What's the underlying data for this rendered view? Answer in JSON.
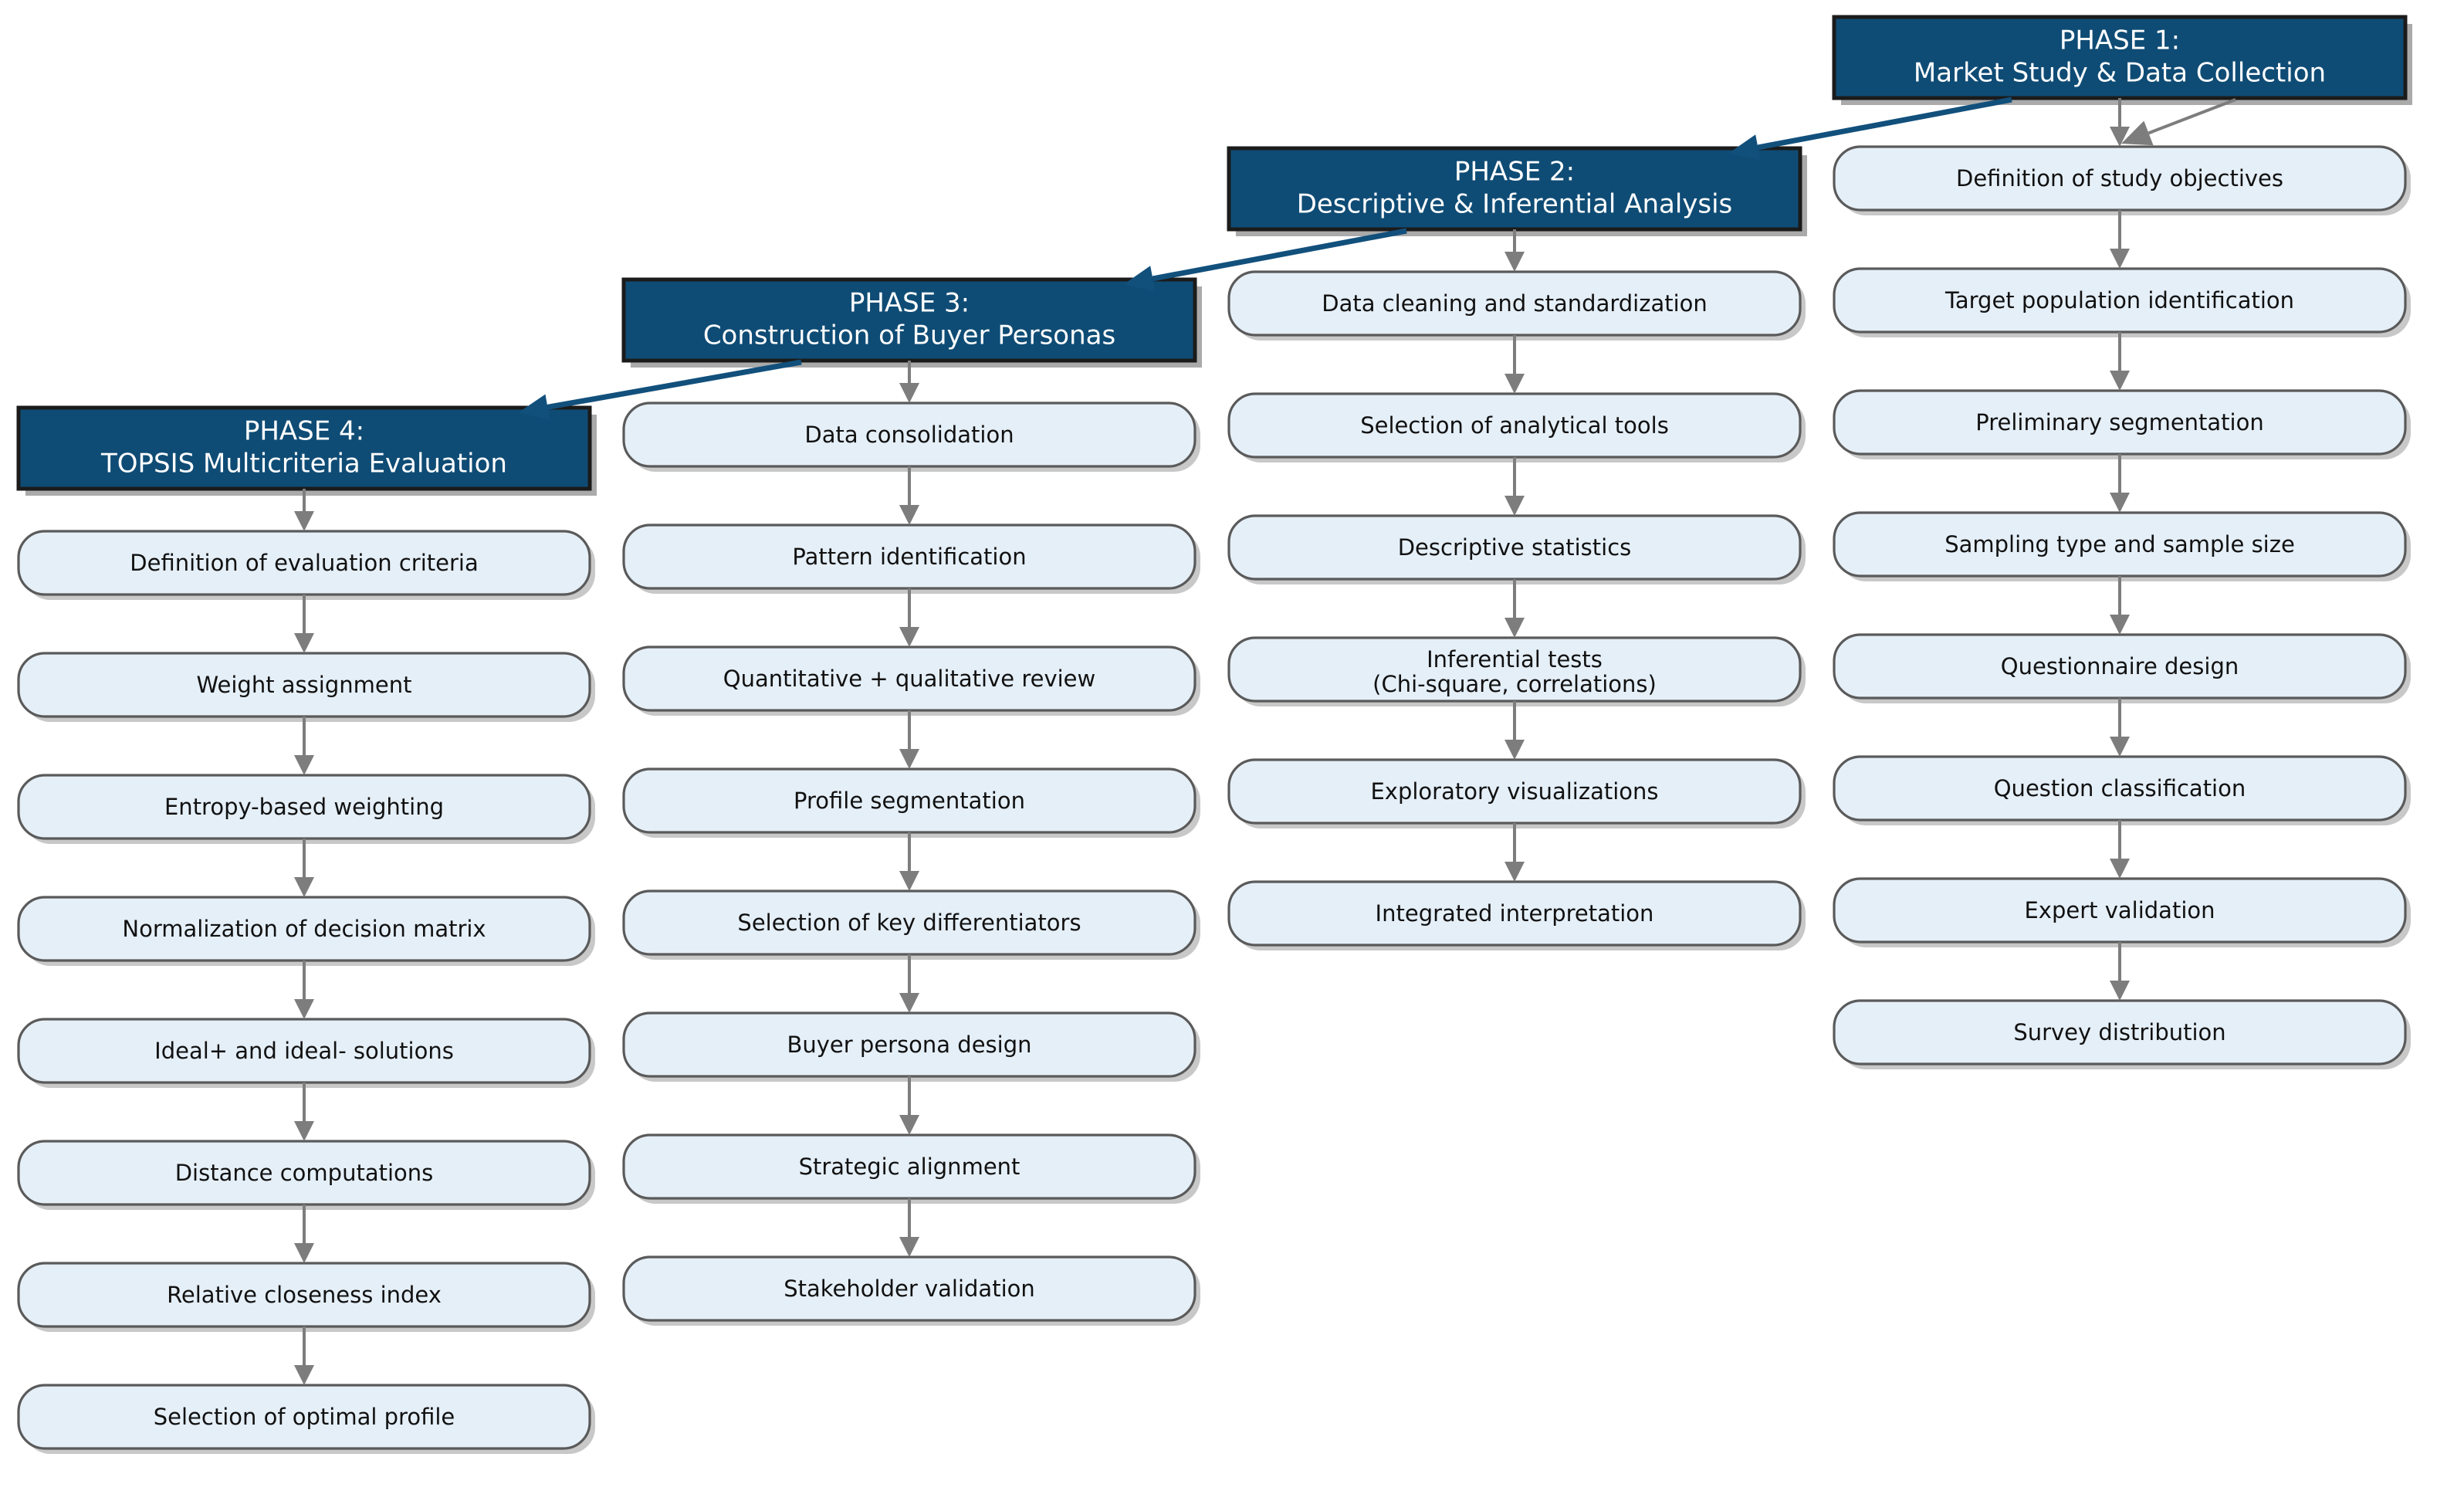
{
  "diagram": {
    "title": "Four-phase research methodology flowchart",
    "colors": {
      "phase_fill": "#0f4c75",
      "phase_border": "#1b1b1b",
      "phase_text": "#ffffff",
      "node_fill": "#e5eff8",
      "node_border": "#5a5a5a",
      "node_text": "#111111",
      "flow_arrow": "#7d7d7d",
      "phase_arrow": "#12507c",
      "background": "#ffffff"
    },
    "columns": [
      {
        "id": "phase-4",
        "phase_line1": "PHASE 4:",
        "phase_line2": "TOPSIS Multicriteria Evaluation",
        "steps": [
          {
            "line1": "Definition of evaluation criteria",
            "line2": ""
          },
          {
            "line1": "Weight assignment",
            "line2": ""
          },
          {
            "line1": "Entropy-based weighting",
            "line2": ""
          },
          {
            "line1": "Normalization of decision matrix",
            "line2": ""
          },
          {
            "line1": "Ideal+ and ideal- solutions",
            "line2": ""
          },
          {
            "line1": "Distance computations",
            "line2": ""
          },
          {
            "line1": "Relative closeness index",
            "line2": ""
          },
          {
            "line1": "Selection of optimal profile",
            "line2": ""
          }
        ]
      },
      {
        "id": "phase-3",
        "phase_line1": "PHASE 3:",
        "phase_line2": "Construction of Buyer Personas",
        "steps": [
          {
            "line1": "Data consolidation",
            "line2": ""
          },
          {
            "line1": "Pattern identification",
            "line2": ""
          },
          {
            "line1": "Quantitative + qualitative review",
            "line2": ""
          },
          {
            "line1": "Profile segmentation",
            "line2": ""
          },
          {
            "line1": "Selection of key differentiators",
            "line2": ""
          },
          {
            "line1": "Buyer persona design",
            "line2": ""
          },
          {
            "line1": "Strategic alignment",
            "line2": ""
          },
          {
            "line1": "Stakeholder validation",
            "line2": ""
          }
        ]
      },
      {
        "id": "phase-2",
        "phase_line1": "PHASE 2:",
        "phase_line2": "Descriptive & Inferential Analysis",
        "steps": [
          {
            "line1": "Data cleaning and standardization",
            "line2": ""
          },
          {
            "line1": "Selection of analytical tools",
            "line2": ""
          },
          {
            "line1": "Descriptive statistics",
            "line2": ""
          },
          {
            "line1": "Inferential tests",
            "line2": "(Chi-square, correlations)"
          },
          {
            "line1": "Exploratory visualizations",
            "line2": ""
          },
          {
            "line1": "Integrated interpretation",
            "line2": ""
          }
        ]
      },
      {
        "id": "phase-1",
        "phase_line1": "PHASE 1:",
        "phase_line2": "Market Study & Data Collection",
        "steps": [
          {
            "line1": "Definition of study objectives",
            "line2": ""
          },
          {
            "line1": "Target population identification",
            "line2": ""
          },
          {
            "line1": "Preliminary segmentation",
            "line2": ""
          },
          {
            "line1": "Sampling type and sample size",
            "line2": ""
          },
          {
            "line1": "Questionnaire design",
            "line2": ""
          },
          {
            "line1": "Question classification",
            "line2": ""
          },
          {
            "line1": "Expert validation",
            "line2": ""
          },
          {
            "line1": "Survey distribution",
            "line2": ""
          }
        ]
      }
    ],
    "phase_transitions": [
      {
        "from": "PHASE 1:",
        "to": "PHASE 2:",
        "style": "navy-diagonal"
      },
      {
        "from": "PHASE 2:",
        "to": "PHASE 3:",
        "style": "navy-diagonal"
      },
      {
        "from": "PHASE 3:",
        "to": "PHASE 4:",
        "style": "navy-diagonal"
      },
      {
        "from": "PHASE 1:",
        "to": "Definition of study objectives",
        "style": "gray-diagonal"
      }
    ]
  }
}
